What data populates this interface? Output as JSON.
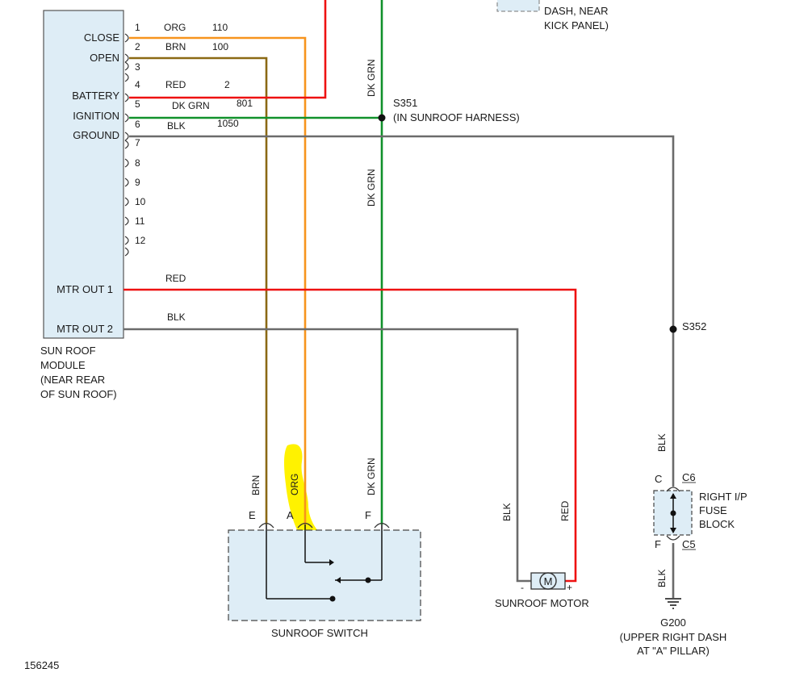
{
  "module": {
    "pins": [
      "1",
      "2",
      "3",
      "4",
      "5",
      "6",
      "7",
      "8",
      "9",
      "10",
      "11",
      "12"
    ],
    "func_close": "CLOSE",
    "func_open": "OPEN",
    "func_battery": "BATTERY",
    "func_ignition": "IGNITION",
    "func_ground": "GROUND",
    "mtr_out_1": "MTR OUT 1",
    "mtr_out_2": "MTR OUT 2",
    "name_lines": [
      "SUN ROOF",
      "MODULE",
      "(NEAR REAR",
      "OF SUN ROOF)"
    ]
  },
  "wires": {
    "pin1": {
      "color": "ORG",
      "circuit": "110"
    },
    "pin2": {
      "color": "BRN",
      "circuit": "100"
    },
    "pin4": {
      "color": "RED",
      "circuit": "2"
    },
    "pin5": {
      "color": "DK GRN",
      "circuit": "801"
    },
    "pin6": {
      "color": "BLK",
      "circuit": "1050"
    },
    "mtr1": "RED",
    "mtr2": "BLK",
    "dkgrn_upper": "DK GRN",
    "dkgrn_middle": "DK GRN",
    "switch_brn": "BRN",
    "switch_org": "ORG",
    "switch_dkgrn": "DK GRN",
    "motor_blk": "BLK",
    "motor_red": "RED",
    "ground_blk_upper": "BLK",
    "ground_blk_lower": "BLK"
  },
  "top_location_lines": [
    "DASH, NEAR",
    "KICK PANEL)"
  ],
  "splices": {
    "s351_name": "S351",
    "s351_loc": "(IN SUNROOF HARNESS)",
    "s352_name": "S352"
  },
  "switch": {
    "pin_e": "E",
    "pin_a": "A",
    "pin_f": "F",
    "name": "SUNROOF SWITCH"
  },
  "motor": {
    "symbol": "M",
    "minus": "-",
    "plus": "+",
    "name": "SUNROOF MOTOR"
  },
  "fuse_block": {
    "c_pin": "C",
    "c_conn": "C6",
    "f_pin": "F",
    "f_conn": "C5",
    "name_lines": [
      "RIGHT I/P",
      "FUSE",
      "BLOCK"
    ]
  },
  "ground": {
    "name": "G200",
    "loc_lines": [
      "(UPPER RIGHT DASH",
      "AT \"A\" PILLAR)"
    ]
  },
  "figure_id": "156245",
  "colors": {
    "org": "#f7941d",
    "brn": "#8b6914",
    "red": "#ee1111",
    "dkgrn": "#11912b",
    "blk": "#6b6b6b",
    "fill": "#deedf6",
    "highlight": "#fff200"
  }
}
